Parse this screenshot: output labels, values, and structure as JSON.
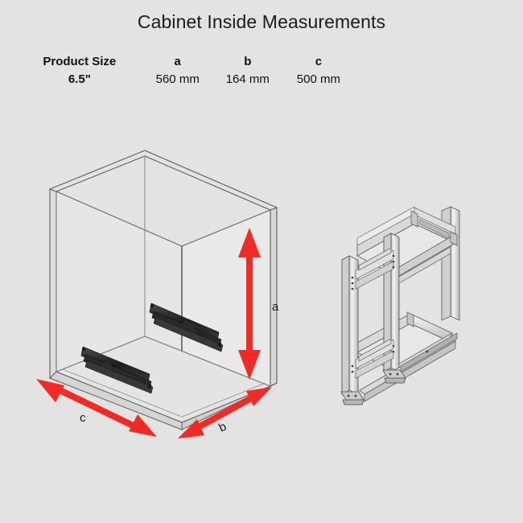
{
  "title": "Cabinet Inside Measurements",
  "spec_table": {
    "headers": [
      "Product Size",
      "a",
      "b",
      "c"
    ],
    "rows": [
      [
        "6.5\"",
        "560 mm",
        "164 mm",
        "500 mm"
      ]
    ]
  },
  "diagram": {
    "dimension_labels": {
      "a": "a",
      "b": "b",
      "c": "c"
    },
    "colors": {
      "background": "#e3e3e3",
      "arrow_red": "#f22a22",
      "line_dark": "#3a3a3a",
      "line_mid": "#6e6e6e",
      "panel_fill": "#e3e3e3",
      "panel_light": "#eceaea",
      "panel_shade": "#d2d2d2",
      "rail_dark": "#2b2b2b",
      "text": "#1b1b1b"
    },
    "left_figure": "cabinet-wireframe-isometric",
    "right_figure": "pullout-rack-two-tier-isometric"
  }
}
